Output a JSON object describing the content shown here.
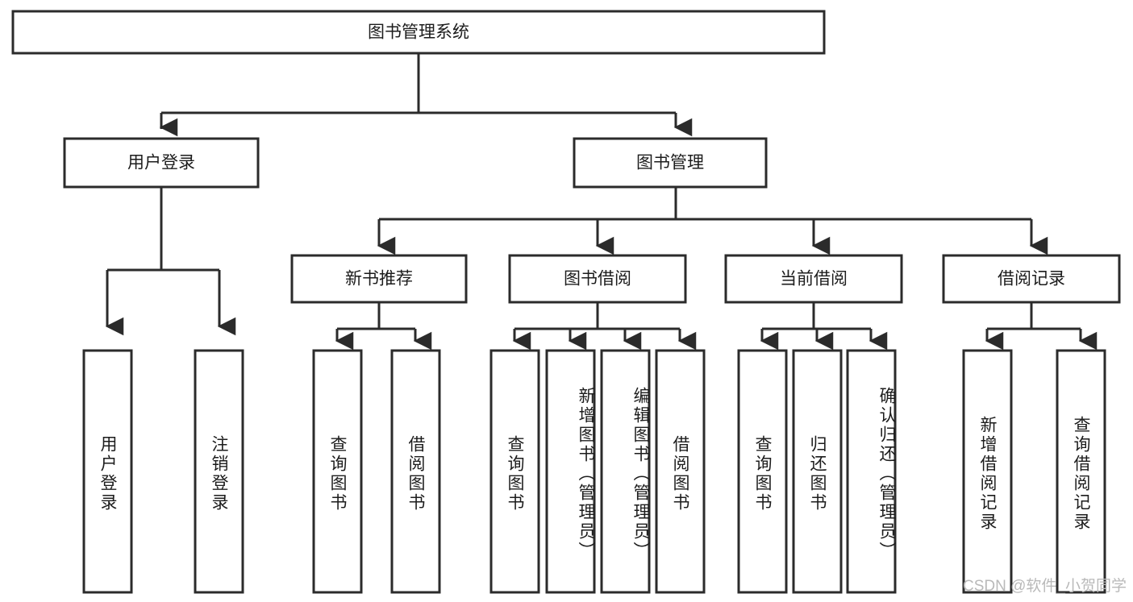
{
  "diagram": {
    "type": "tree",
    "title": "图书管理系统",
    "root": {
      "id": "root",
      "label": "图书管理系统"
    },
    "level2": [
      {
        "id": "user-login",
        "label": "用户登录"
      },
      {
        "id": "book-manage",
        "label": "图书管理"
      }
    ],
    "level3": [
      {
        "id": "new-book-rec",
        "label": "新书推荐"
      },
      {
        "id": "book-borrow",
        "label": "图书借阅"
      },
      {
        "id": "current-borrow",
        "label": "当前借阅"
      },
      {
        "id": "borrow-record",
        "label": "借阅记录"
      }
    ],
    "leaves": {
      "user_login": [
        {
          "id": "leaf-user-login",
          "label": "用户登录"
        },
        {
          "id": "leaf-logout",
          "label": "注销登录"
        }
      ],
      "new_book_rec": [
        {
          "id": "leaf-query-book-1",
          "label": "查询图书"
        },
        {
          "id": "leaf-borrow-book-1",
          "label": "借阅图书"
        }
      ],
      "book_borrow": [
        {
          "id": "leaf-query-book-2",
          "label": "查询图书"
        },
        {
          "id": "leaf-add-book",
          "label": "新增图书（管理员）"
        },
        {
          "id": "leaf-edit-book",
          "label": "编辑图书（管理员）"
        },
        {
          "id": "leaf-borrow-book-2",
          "label": "借阅图书"
        }
      ],
      "current_borrow": [
        {
          "id": "leaf-query-book-3",
          "label": "查询图书"
        },
        {
          "id": "leaf-return-book",
          "label": "归还图书"
        },
        {
          "id": "leaf-confirm-return",
          "label": "确认归还（管理员）"
        }
      ],
      "borrow_record": [
        {
          "id": "leaf-add-record",
          "label": "新增借阅记录"
        },
        {
          "id": "leaf-query-record",
          "label": "查询借阅记录"
        }
      ]
    },
    "colors": {
      "stroke": "#2b2b2b",
      "fill": "#ffffff",
      "text": "#1c1c1c",
      "watermark": "#b9b9b9"
    }
  },
  "watermark": {
    "text": "CSDN @软件_小贺同学"
  }
}
